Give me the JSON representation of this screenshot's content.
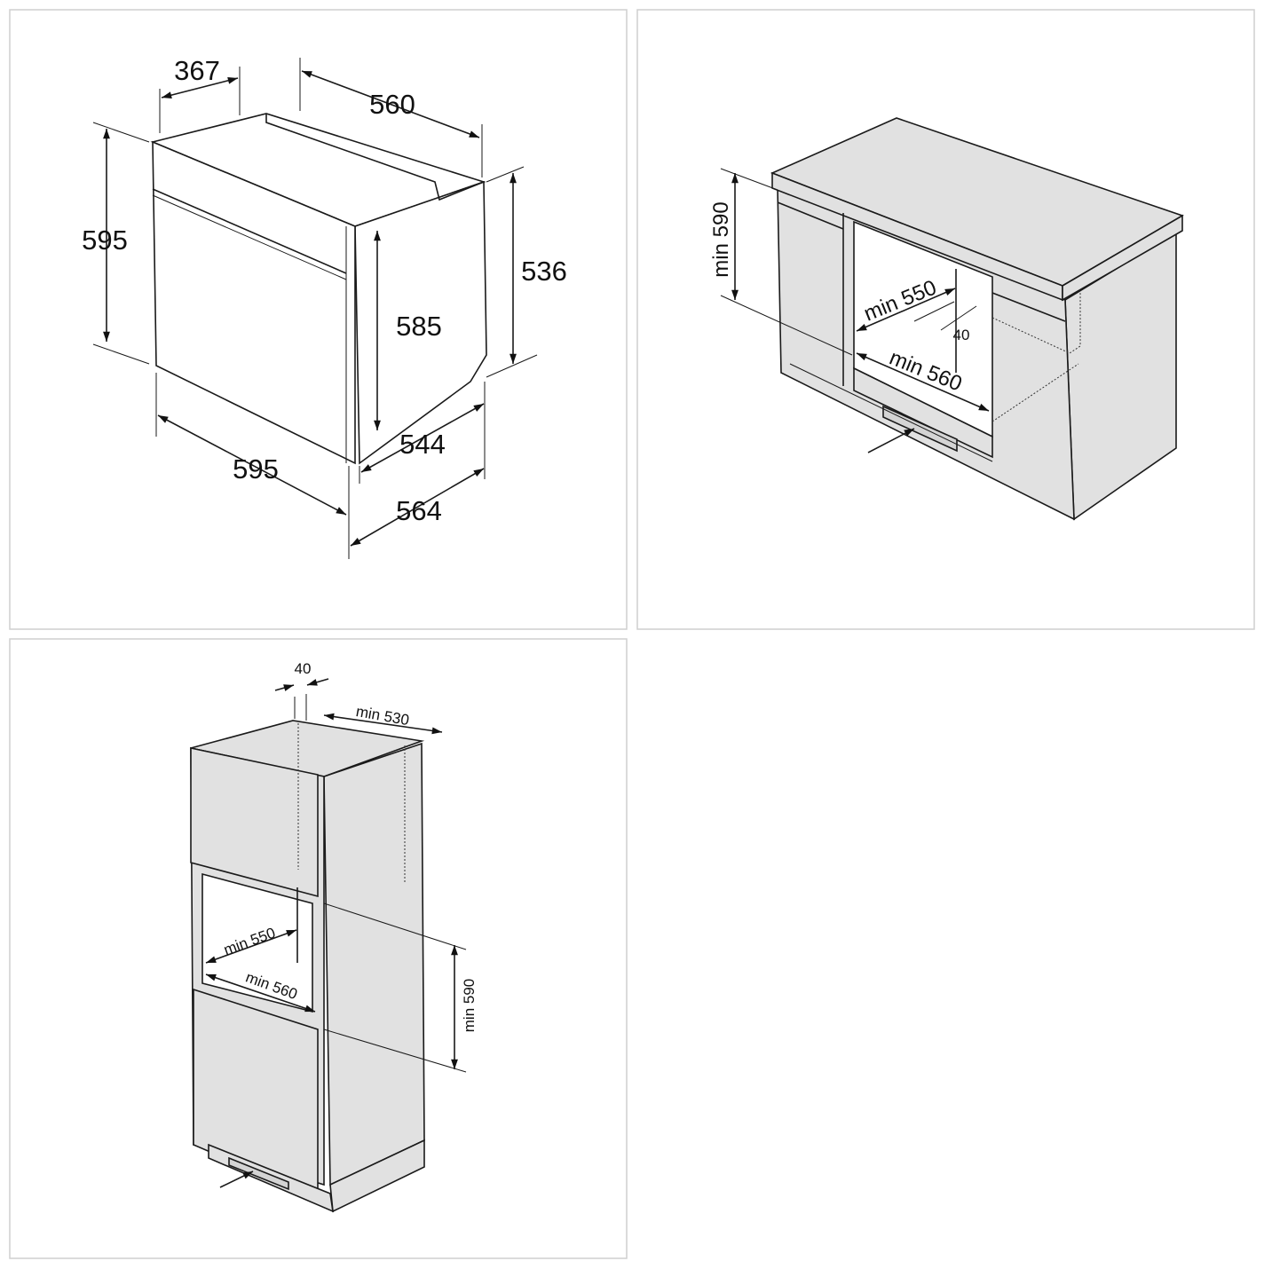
{
  "panels": {
    "oven_dimensions": {
      "labels": {
        "depth_top_short": "367",
        "depth_top": "560",
        "height_total": "595",
        "height_side": "536",
        "height_inner": "585",
        "width_total": "595",
        "depth_body": "544",
        "depth_total": "564"
      }
    },
    "under_counter_installation": {
      "labels": {
        "min_height": "min 590",
        "min_depth": "min 550",
        "gap": "40",
        "min_width": "min 560"
      }
    },
    "tall_cabinet_installation": {
      "labels": {
        "gap": "40",
        "min_top_depth": "min 530",
        "min_depth": "min 550",
        "min_width": "min 560",
        "min_height": "min 590"
      }
    }
  },
  "colors": {
    "cabinet_fill": "#e1e1e1",
    "line": "#1a1a1a",
    "panel_border": "#cfcfcf"
  }
}
